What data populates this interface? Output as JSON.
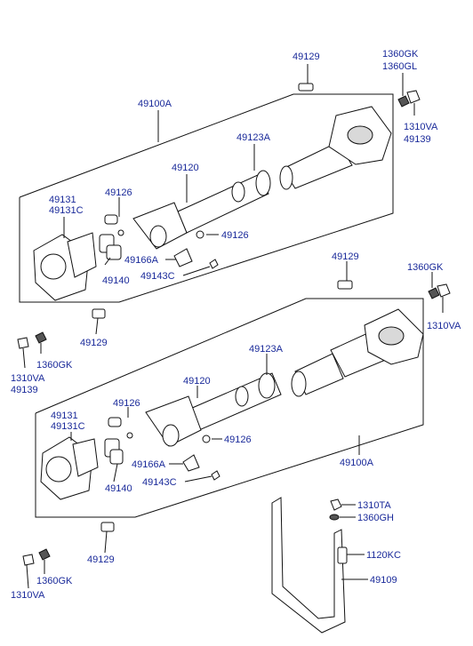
{
  "colors": {
    "label": "#1a2a9a",
    "line": "#111111"
  },
  "upper_assembly": {
    "bolt_top": "49129",
    "nut_top_a": "1360GK",
    "nut_top_b": "1360GL",
    "nut_top_c": "1310VA",
    "nut_top_d": "49139",
    "assembly": "49100A",
    "bearing": "49123A",
    "yoke_shaft": "49120",
    "flange_a": "49131",
    "flange_b": "49131C",
    "grease": "49126",
    "clip": "49166A",
    "grease_2": "49126",
    "spider": "49140",
    "screw": "49143C",
    "bolt_bottom": "49129",
    "washer": "1360GK",
    "nut_a": "1310VA",
    "nut_b": "49139"
  },
  "lower_assembly": {
    "bolt_top": "49129",
    "washer_top": "1360GK",
    "nut_top": "1310VA",
    "bearing": "49123A",
    "yoke_shaft": "49120",
    "flange_a": "49131",
    "flange_b": "49131C",
    "grease": "49126",
    "grease_2": "49126",
    "clip": "49166A",
    "spider": "49140",
    "screw": "49143C",
    "assembly": "49100A",
    "bolt_bottom": "49129",
    "washer": "1360GK",
    "nut": "1310VA"
  },
  "strap_assembly": {
    "nut": "1310TA",
    "washer": "1360GH",
    "bolt": "1120KC",
    "strap": "49109"
  }
}
